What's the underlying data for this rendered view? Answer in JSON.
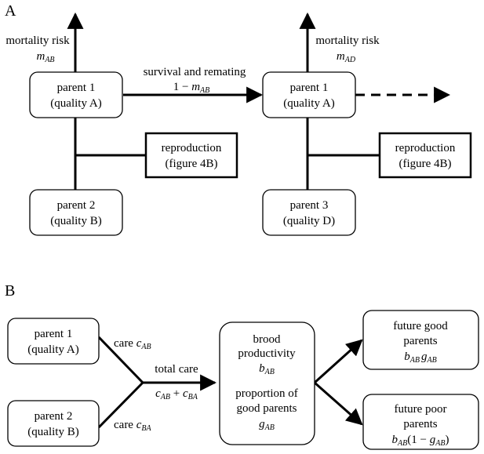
{
  "panel_a": {
    "label": "A",
    "left": {
      "mortality_label": "mortality risk",
      "mortality_symbol": "m",
      "mortality_symbol_sub": "AB",
      "parent1_line1": "parent 1",
      "parent1_line2": "(quality A)",
      "parent2_line1": "parent 2",
      "parent2_line2": "(quality B)",
      "reproduction_line1": "reproduction",
      "reproduction_line2": "(figure 4B)"
    },
    "transition": {
      "label": "survival and remating",
      "expr_prefix": "1 − ",
      "expr_symbol": "m",
      "expr_sub": "AB"
    },
    "right": {
      "mortality_label": "mortality risk",
      "mortality_symbol": "m",
      "mortality_symbol_sub": "AD",
      "parent1_line1": "parent 1",
      "parent1_line2": "(quality A)",
      "parent3_line1": "parent 3",
      "parent3_line2": "(quality D)",
      "reproduction_line1": "reproduction",
      "reproduction_line2": "(figure 4B)"
    }
  },
  "panel_b": {
    "label": "B",
    "parent1_line1": "parent 1",
    "parent1_line2": "(quality A)",
    "parent2_line1": "parent 2",
    "parent2_line2": "(quality B)",
    "care_label": "care",
    "care_ab_symbol": "c",
    "care_ab_sub": "AB",
    "care_ba_symbol": "c",
    "care_ba_sub": "BA",
    "total_care_label": "total care",
    "total_c1": "c",
    "total_c1_sub": "AB",
    "total_plus": " + ",
    "total_c2": "c",
    "total_c2_sub": "BA",
    "brood_line1": "brood",
    "brood_line2": "productivity",
    "brood_symbol": "b",
    "brood_sub": "AB",
    "prop_line1": "proportion of",
    "prop_line2": "good parents",
    "prop_symbol": "g",
    "prop_sub": "AB",
    "good_line1": "future good",
    "good_line2": "parents",
    "good_b": "b",
    "good_b_sub": "AB",
    "good_g": "g",
    "good_g_sub": "AB",
    "poor_line1": "future poor",
    "poor_line2": "parents",
    "poor_b": "b",
    "poor_b_sub": "AB",
    "poor_mid": "(1 − ",
    "poor_g": "g",
    "poor_g_sub": "AB",
    "poor_end": ")"
  }
}
